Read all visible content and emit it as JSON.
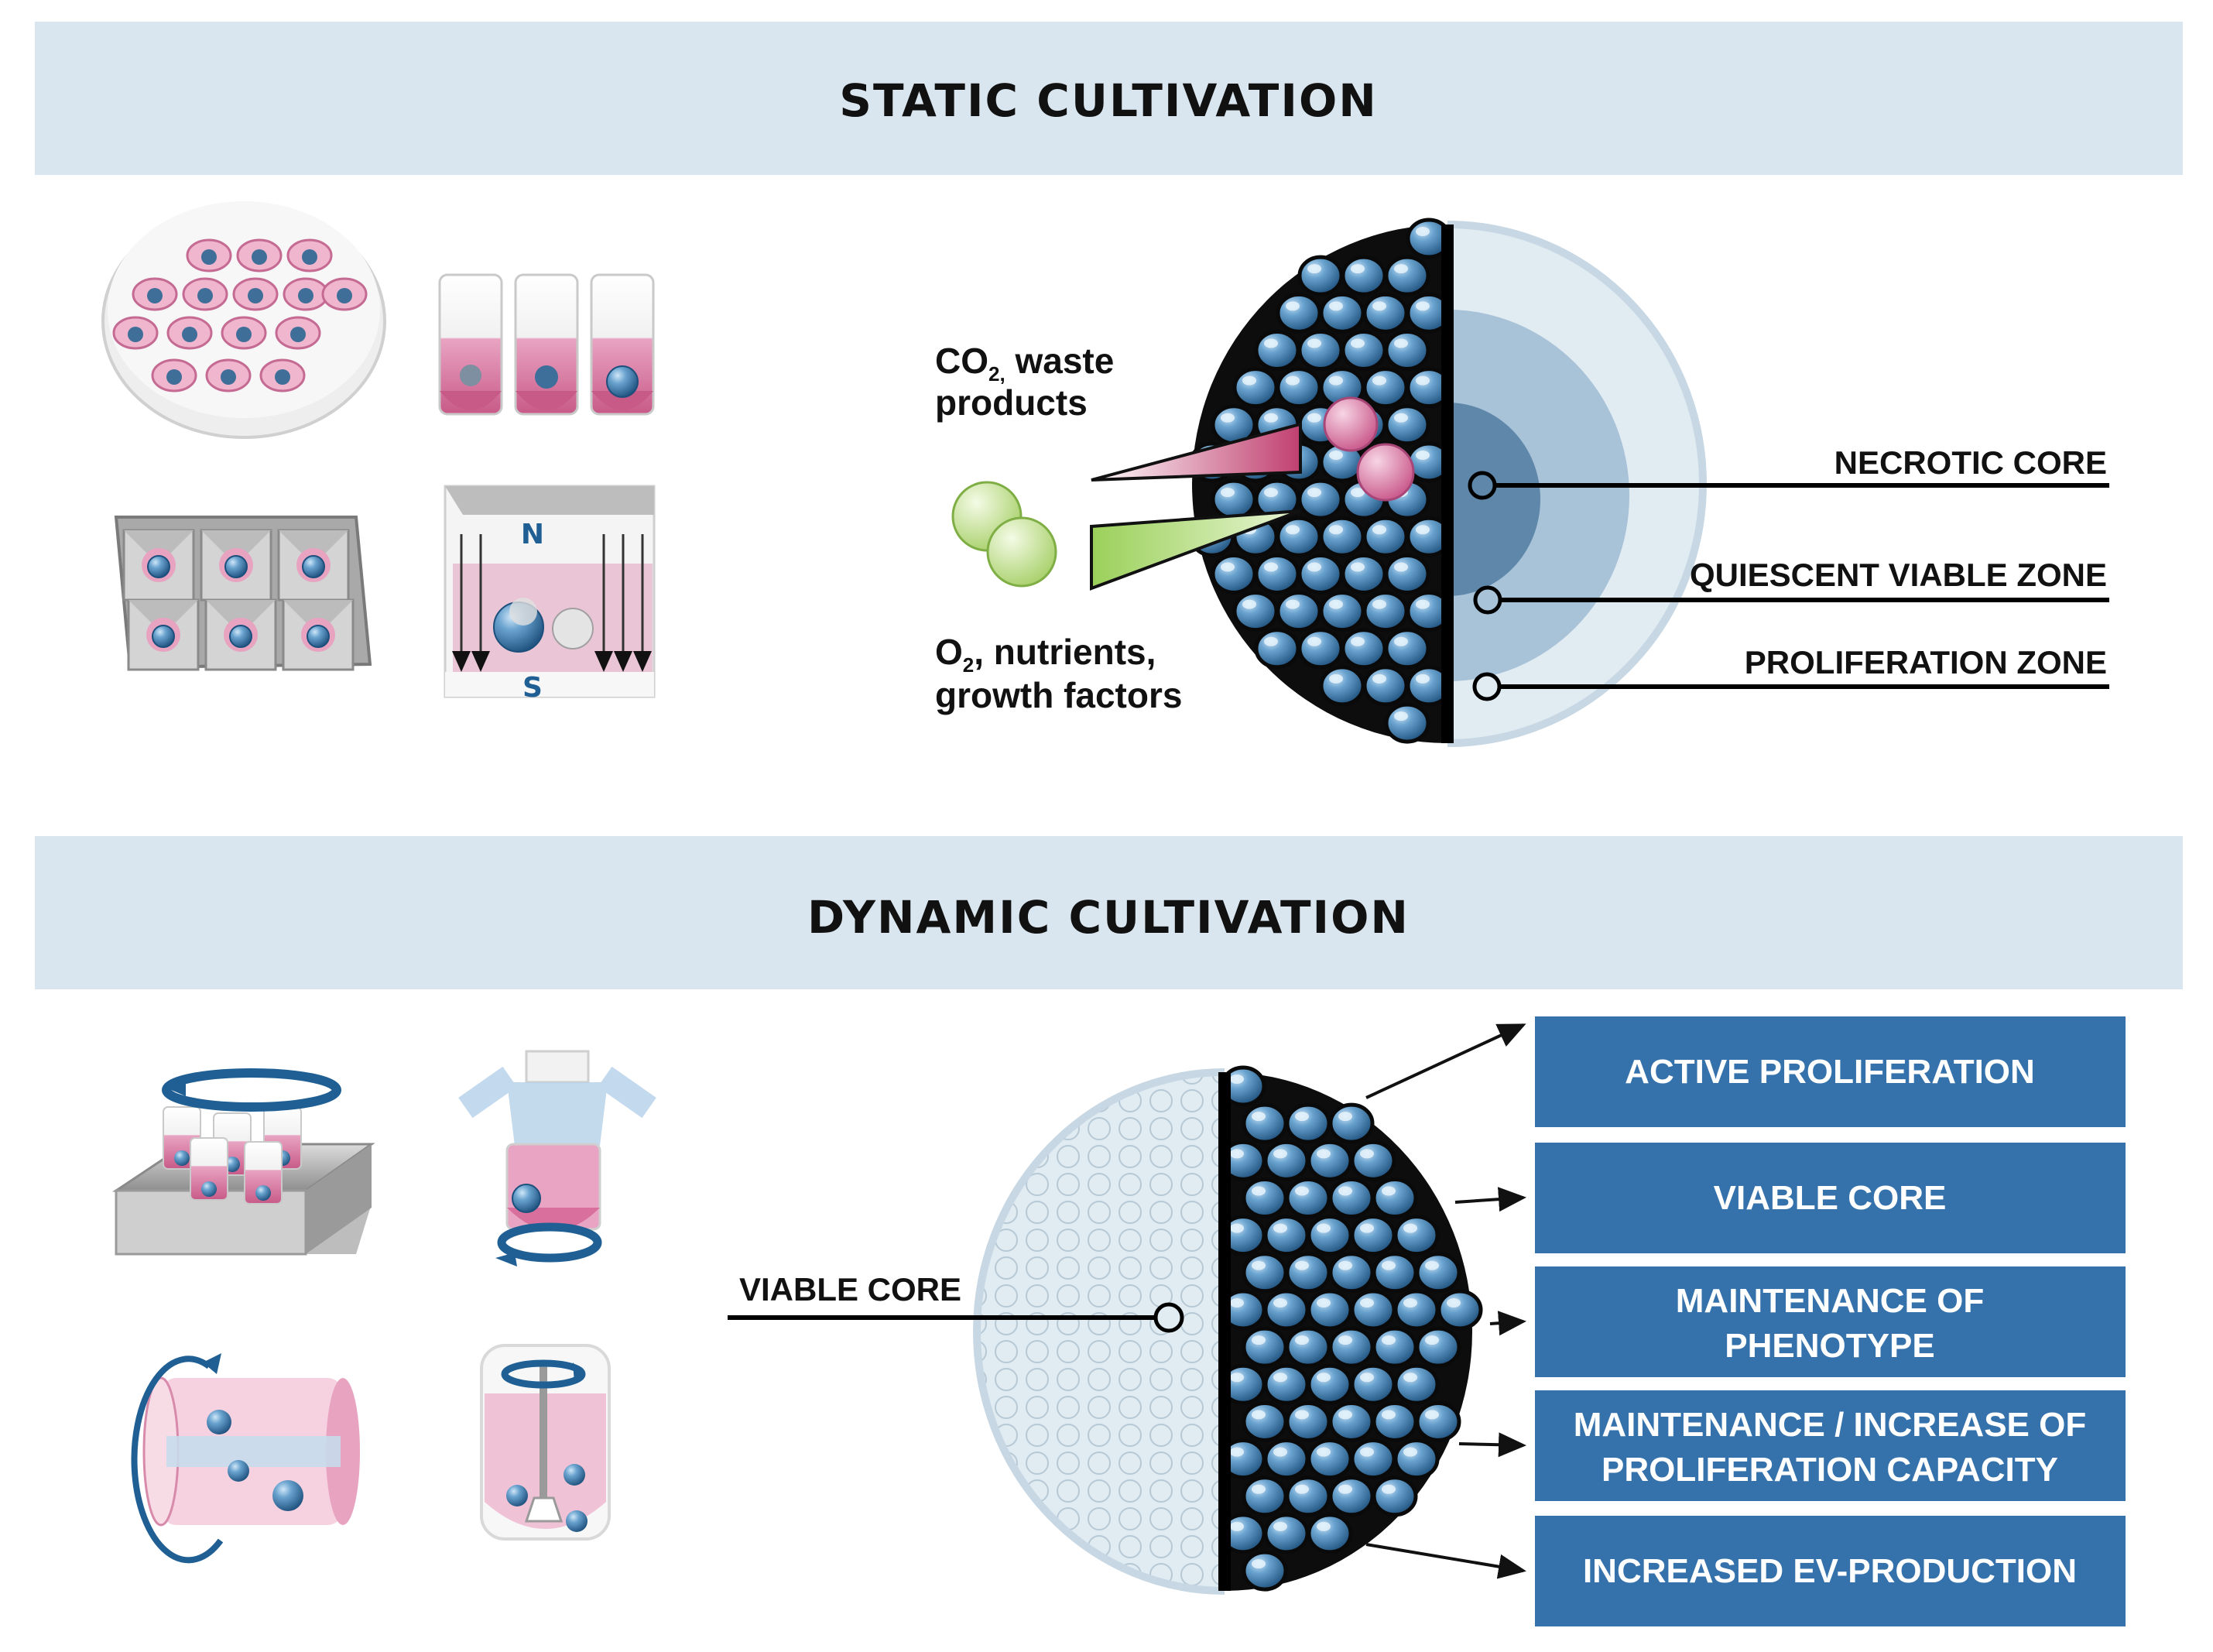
{
  "static_section": {
    "title": "STATIC CULTIVATION",
    "magnet_north": "N",
    "magnet_south": "S",
    "spheroid_inputs": {
      "waste_formula": "CO",
      "waste_subscript": "2,",
      "waste_line1": " waste",
      "waste_line2": "products",
      "oxygen_formula": "O",
      "oxygen_subscript": "2",
      "oxygen_line1": ", nutrients,",
      "oxygen_line2": "growth factors"
    },
    "zones": [
      {
        "label": "NECROTIC CORE"
      },
      {
        "label": "QUIESCENT VIABLE ZONE"
      },
      {
        "label": "PROLIFERATION ZONE"
      }
    ]
  },
  "dynamic_section": {
    "title": "DYNAMIC CULTIVATION",
    "core_label": "VIABLE CORE",
    "benefits": [
      {
        "line1": "ACTIVE PROLIFERATION",
        "line2": ""
      },
      {
        "line1": "VIABLE CORE",
        "line2": ""
      },
      {
        "line1": "MAINTENANCE OF",
        "line2": "PHENOTYPE"
      },
      {
        "line1": "MAINTENANCE / INCREASE OF",
        "line2": "PROLIFERATION CAPACITY"
      },
      {
        "line1": "INCREASED EV-PRODUCTION",
        "line2": ""
      }
    ]
  },
  "colors": {
    "banner": "#d9e6ef",
    "benefit_box": "#3572ab",
    "cell_blue": "#3f78a8",
    "cell_pink": "#e8a0bf",
    "medium_pink": "#f2c9d9",
    "green": "#c6e59a"
  }
}
